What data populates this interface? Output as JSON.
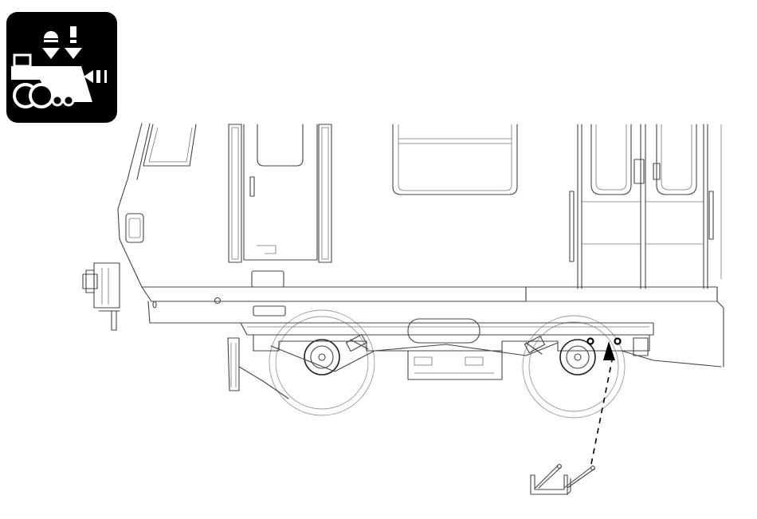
{
  "figure": {
    "badge_icon": "steam-locomotive-with-arrows-icon",
    "badge_bg": "#000000",
    "badge_fg": "#ffffff",
    "drawing": "railcar-side-view-with-bogies",
    "part": "u-shaped-clip-part",
    "arrow": "dashed-insert-arrow"
  }
}
